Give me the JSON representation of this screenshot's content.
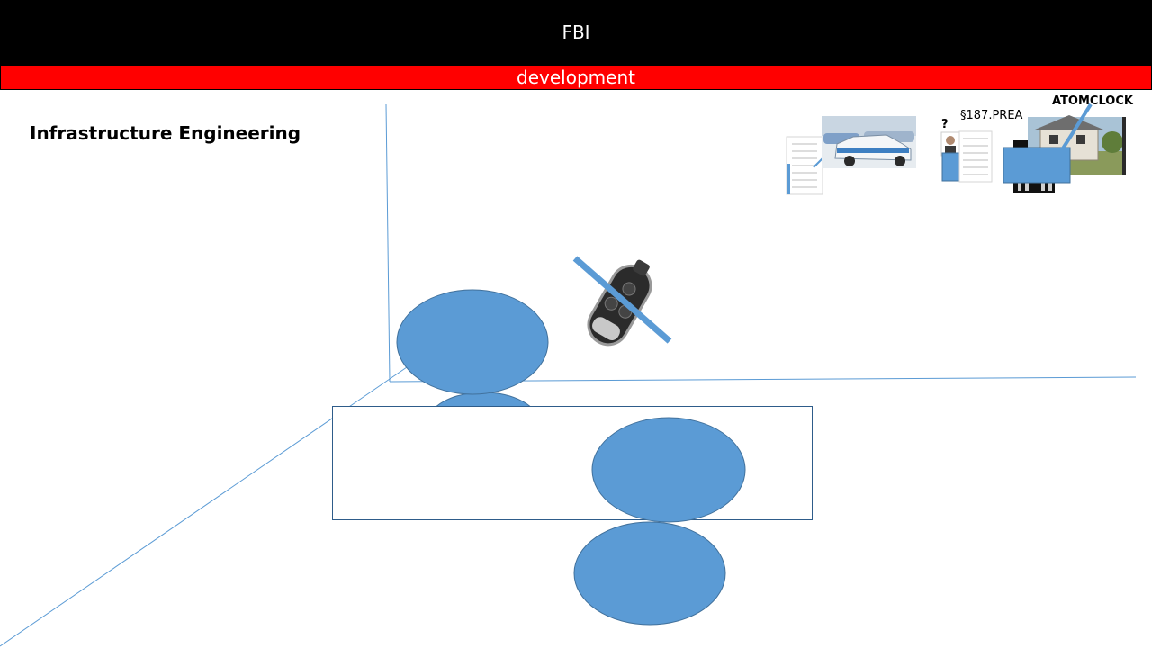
{
  "header": {
    "title": "FBI"
  },
  "banner": {
    "label": "development"
  },
  "slide": {
    "title": "Infrastructure Engineering"
  },
  "thumbnails": {
    "question_mark": "?",
    "section_label": "§187.PREA",
    "atomclock_label": "ATOMCLOCK"
  },
  "colors": {
    "header_bg": "#000000",
    "banner_bg": "#ff0000",
    "shape_fill": "#5b9bd5",
    "shape_stroke": "#41719c",
    "axis_line": "#5b9bd5"
  }
}
